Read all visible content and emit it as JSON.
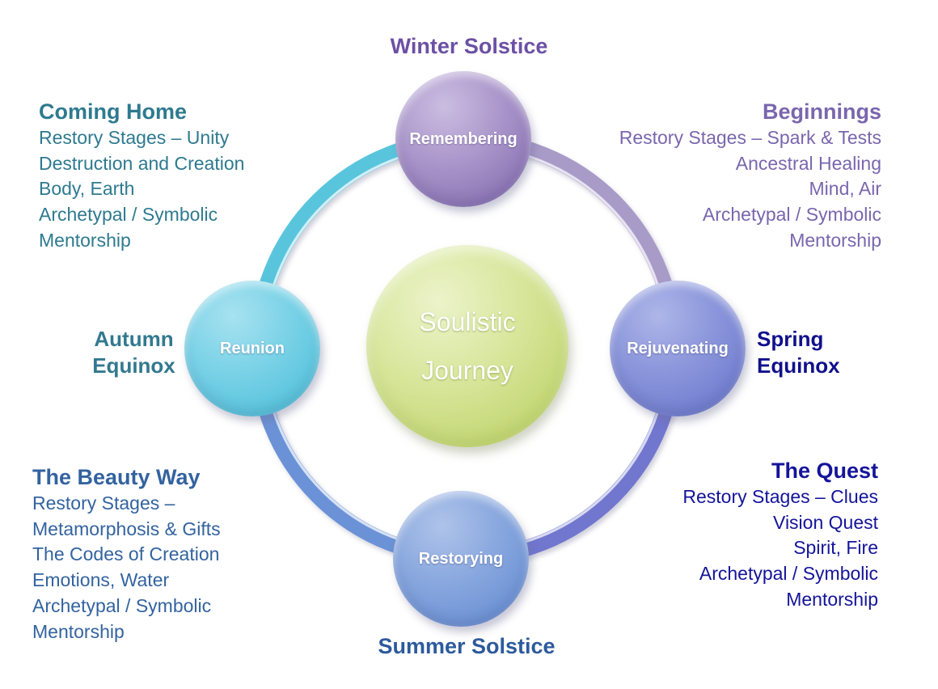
{
  "diagram": {
    "center": {
      "line1": "Soulistic",
      "line2": "Journey"
    },
    "nodes": {
      "top": {
        "label": "Remembering"
      },
      "right": {
        "label": "Rejuvenating"
      },
      "bottom": {
        "label": "Restorying"
      },
      "left": {
        "label": "Reunion"
      }
    },
    "seasons": {
      "winter": "Winter Solstice",
      "summer": "Summer Solstice",
      "spring_line1": "Spring",
      "spring_line2": "Equinox",
      "autumn_line1": "Autumn",
      "autumn_line2": "Equinox"
    },
    "blocks": {
      "top_left": {
        "heading": "Coming Home",
        "lines": [
          "Restory Stages – Unity",
          "Destruction and Creation",
          "Body, Earth",
          "Archetypal / Symbolic",
          "Mentorship"
        ]
      },
      "top_right": {
        "heading": "Beginnings",
        "lines": [
          "Restory Stages – Spark & Tests",
          "Ancestral Healing",
          "Mind, Air",
          "Archetypal / Symbolic",
          "Mentorship"
        ]
      },
      "bottom_left": {
        "heading": "The Beauty Way",
        "lines": [
          "Restory Stages –",
          "Metamorphosis & Gifts",
          "The Codes of Creation",
          "Emotions, Water",
          "Archetypal / Symbolic",
          "Mentorship"
        ]
      },
      "bottom_right": {
        "heading": "The Quest",
        "lines": [
          "Restory Stages – Clues",
          "Vision Quest",
          "Spirit, Fire",
          "Archetypal / Symbolic",
          "Mentorship"
        ]
      }
    }
  },
  "colors": {
    "winter_label": "#6C50A4",
    "summer_label": "#2C5A9C",
    "autumn_label": "#32798F",
    "spring_label": "#10108C",
    "coming_home": "#2E7A8F",
    "beginnings": "#7A66AE",
    "beauty_way": "#33639F",
    "quest": "#14149A",
    "arc_top_left": "#59C5DD",
    "arc_top_right": "#A89BC8",
    "arc_bottom_right": "#7176CE",
    "arc_bottom_left": "#6B92D7",
    "node_remembering": "#A28FC6",
    "node_rejuvenating": "#8290D8",
    "node_restorying": "#7FA0DB",
    "node_reunion": "#6FCFE4",
    "center_circle": "#CDDE89",
    "node_text": "#FFFFFF"
  }
}
